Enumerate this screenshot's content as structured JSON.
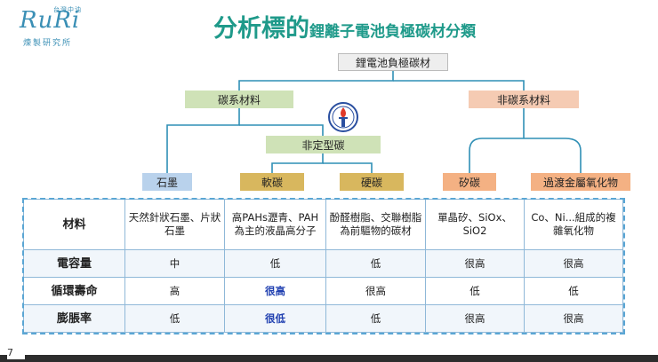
{
  "logo": {
    "tagline": "台灣中油",
    "mark": "RuRi",
    "subtitle": "煉製研究所"
  },
  "title": {
    "main": "分析標的",
    "sub": "鋰離子電池負極碳材分類"
  },
  "tree": {
    "root": "鋰電池負極碳材",
    "carbon": "碳系材料",
    "noncarbon": "非碳系材料",
    "amorphous": "非定型碳",
    "graphite": "石墨",
    "soft_carbon": "軟碳",
    "hard_carbon": "硬碳",
    "silicon_carbon": "矽碳",
    "transition_metal_oxide": "過渡金屬氧化物"
  },
  "colors": {
    "title": "#1f9a8a",
    "carbon": "#cfe2b7",
    "noncarbon": "#f5cbb3",
    "graphite": "#b9d2ec",
    "soft_hard": "#d8b75e",
    "silicon_tmo": "#f4b183",
    "emphasis": "#1f3fb0"
  },
  "table": {
    "rows": [
      {
        "header": "材料",
        "cells": [
          "天然針狀石墨、片狀石墨",
          "高PAHs瀝青、PAH為主的液晶高分子",
          "酚醛樹脂、交聯樹脂為前驅物的碳材",
          "單晶矽、SiOx、SiO2",
          "Co、Ni...組成的複雜氧化物"
        ]
      },
      {
        "header": "電容量",
        "cells": [
          "中",
          "低",
          "低",
          "很高",
          "很高"
        ]
      },
      {
        "header": "循環壽命",
        "cells": [
          "高",
          "很高",
          "很高",
          "低",
          "低"
        ]
      },
      {
        "header": "膨脹率",
        "cells": [
          "低",
          "很低",
          "低",
          "很高",
          "很高"
        ]
      }
    ]
  },
  "page_number": "7"
}
